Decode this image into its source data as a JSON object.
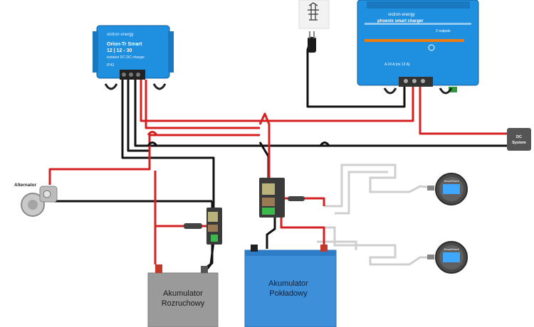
{
  "orion": {
    "brand": "victron energy",
    "title_line1": "Orion-Tr Smart",
    "title_line2": "12 | 12 - 30",
    "subtitle": "isolated DC-DC charger",
    "spec": "IP43"
  },
  "charger": {
    "brand": "victron energy",
    "title": "phoenix smart charger",
    "model": "2 outputs",
    "rating": "A 24 A (mi 12 A)"
  },
  "alternator": {
    "label": "Alternator"
  },
  "dc_system": {
    "line1": "DC",
    "line2": "System"
  },
  "battery_start": {
    "line1": "Akumulator",
    "line2": "Rozruchowy"
  },
  "battery_house": {
    "line1": "Akumulator",
    "line2": "Pokładowy"
  },
  "monitors": [
    {
      "id": "upper",
      "brand": "SmartShunt"
    },
    {
      "id": "lower",
      "brand": "SmartShunt"
    }
  ],
  "colors": {
    "wire_positive": "#d42020",
    "wire_negative": "#111111",
    "wire_sense": "#c8c8c8",
    "victron_blue": "#1f8fe0",
    "battery_house": "#3d8fd9",
    "battery_start": "#9a9a9a"
  }
}
